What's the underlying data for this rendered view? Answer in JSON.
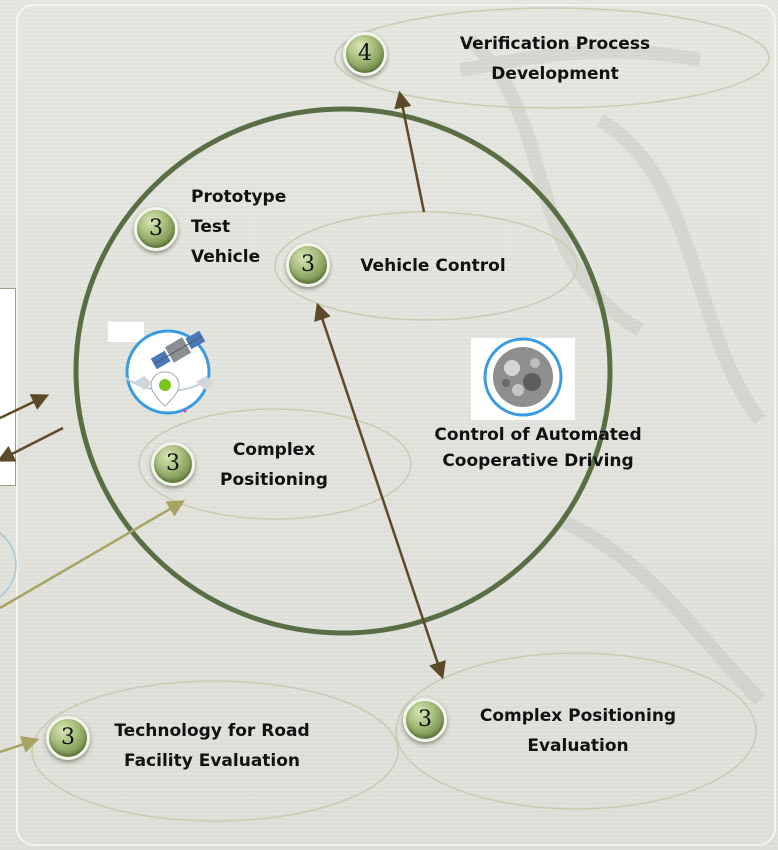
{
  "nodes": {
    "verification": {
      "badge": "4",
      "label": "Verification Process\nDevelopment"
    },
    "prototype": {
      "badge": "3",
      "label": "Prototype\nTest\nVehicle"
    },
    "vehicle_control": {
      "badge": "3",
      "label": "Vehicle Control"
    },
    "complex_positioning": {
      "badge": "3",
      "label": "Complex\nPositioning"
    },
    "control_automated": {
      "label": "Control of Automated\nCooperative Driving"
    },
    "complex_eval": {
      "badge": "3",
      "label": "Complex Positioning\nEvaluation"
    },
    "road_facility": {
      "badge": "3",
      "label": "Technology for Road\nFacility Evaluation"
    }
  },
  "icons": {
    "satellite": "satellite-positioning-icon",
    "globe": "grey-globe-icon"
  },
  "colors": {
    "main_circle": "#5a6e45",
    "arrow_dark": "#5c4a28",
    "arrow_light": "#a8a464",
    "ellipse_stroke": "#c9cbb0",
    "badge_green": "#7e9a55"
  }
}
